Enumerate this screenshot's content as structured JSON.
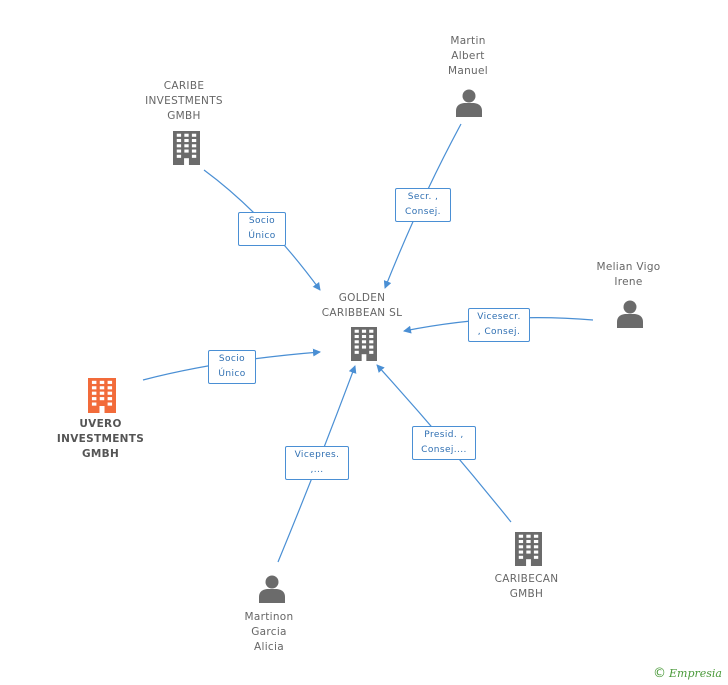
{
  "colors": {
    "edge": "#4a8fd4",
    "edge_label_text": "#2f6fb2",
    "node_icon": "#6b6b6b",
    "focus_icon": "#f26b3a",
    "watermark": "#4a9a3a"
  },
  "nodes": {
    "golden": {
      "label": "GOLDEN\nCARIBBEAN  SL",
      "icon": "building-icon"
    },
    "caribe": {
      "label": "CARIBE\nINVESTMENTS\nGMBH",
      "icon": "building-icon"
    },
    "uvero": {
      "label": "UVERO\nINVESTMENTS\nGMBH",
      "icon": "building-icon"
    },
    "martin": {
      "label": "Martin\nAlbert\nManuel",
      "icon": "person-icon"
    },
    "melian": {
      "label": "Melian Vigo\nIrene",
      "icon": "person-icon"
    },
    "caribecan": {
      "label": "CARIBECAN\nGMBH",
      "icon": "building-icon"
    },
    "martinon": {
      "label": "Martinon\nGarcia\nAlicia",
      "icon": "person-icon"
    }
  },
  "edges": {
    "caribe": "Socio\nÚnico",
    "uvero": "Socio\nÚnico",
    "martin": "Secr. ,\nConsej.",
    "melian": "Vicesecr.\n, Consej.",
    "caribecan": "Presid. ,\nConsej....",
    "martinon": "Vicepres.\n,..."
  },
  "watermark": {
    "symbol": "©",
    "brand": "Empresia"
  }
}
